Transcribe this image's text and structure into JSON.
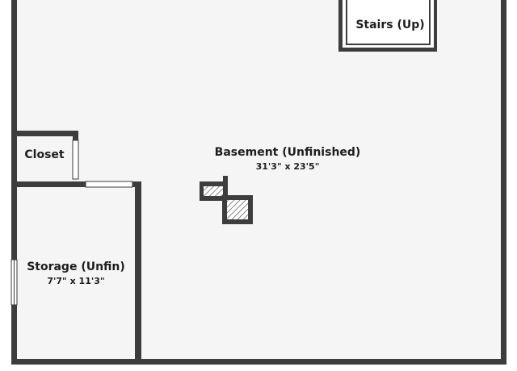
{
  "rooms": {
    "basement": {
      "name": "Basement (Unfinished)",
      "dims": "31'3\" x 23'5\""
    },
    "storage": {
      "name": "Storage (Unfin)",
      "dims": "7'7\" x 11'3\""
    },
    "closet": {
      "name": "Closet"
    },
    "stairs": {
      "name": "Stairs (Up)"
    }
  },
  "colors": {
    "wall": "#3d3d3d",
    "floor": "#f5f5f5",
    "text": "#1e1e1e",
    "hatch": "#555555"
  }
}
